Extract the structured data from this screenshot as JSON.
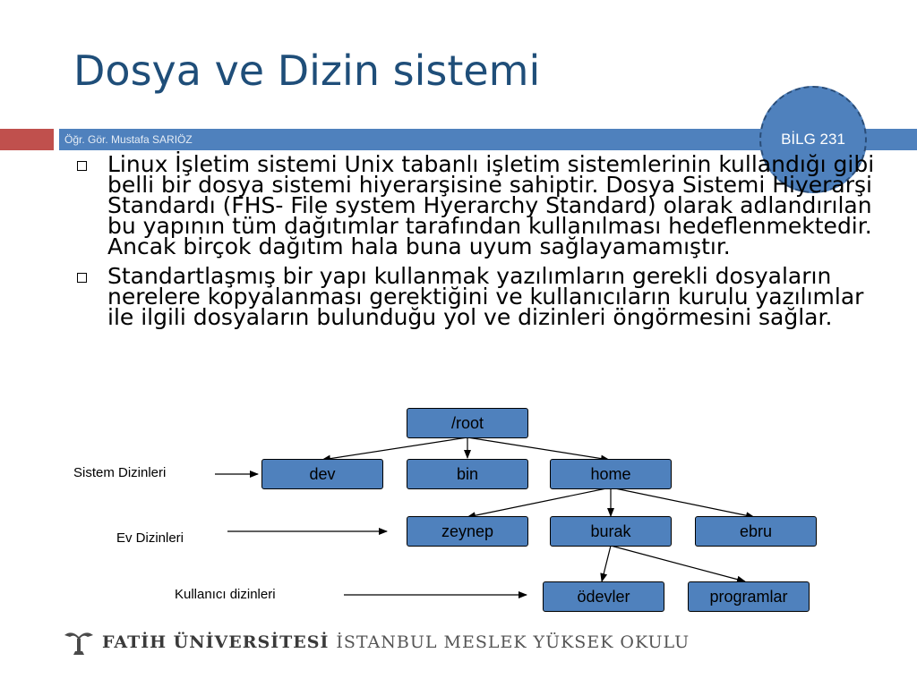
{
  "slide": {
    "title": "Dosya ve Dizin sistemi",
    "author": "Öğr. Gör. Mustafa SARIÖZ",
    "course": "BİLG 231"
  },
  "bullets": [
    "Linux İşletim sistemi Unix tabanlı işletim sistemlerinin kullandığı gibi belli bir dosya sistemi hiyerarşisine sahiptir. Dosya Sistemi Hiyerarşi Standardı (FHS- File system Hyerarchy Standard) olarak adlandırılan bu yapının tüm dağıtımlar tarafından kullanılması hedeflenmektedir. Ancak birçok dağıtım hala buna uyum sağlayamamıştır.",
    "Standartlaşmış bir yapı kullanmak yazılımların gerekli dosyaların nerelere kopyalanması gerektiğini ve kullanıcıların kurulu yazılımlar ile ilgili dosyaların bulunduğu yol ve dizinleri öngörmesini sağlar."
  ],
  "tree": {
    "root": "/root",
    "system": [
      "dev",
      "bin",
      "home"
    ],
    "home_dirs": [
      "zeynep",
      "burak",
      "ebru"
    ],
    "user_dirs": [
      "ödevler",
      "programlar"
    ],
    "node_color": "#4f81bd"
  },
  "labels": {
    "system": "Sistem Dizinleri",
    "home": "Ev Dizinleri",
    "user": "Kullanıcı dizinleri"
  },
  "footer": {
    "university": "FATİH ÜNİVERSİTESİ",
    "school": "İSTANBUL MESLEK YÜKSEK OKULU"
  },
  "colors": {
    "title": "#1f4e79",
    "band_blue": "#4f81bd",
    "band_red": "#c0504d"
  }
}
